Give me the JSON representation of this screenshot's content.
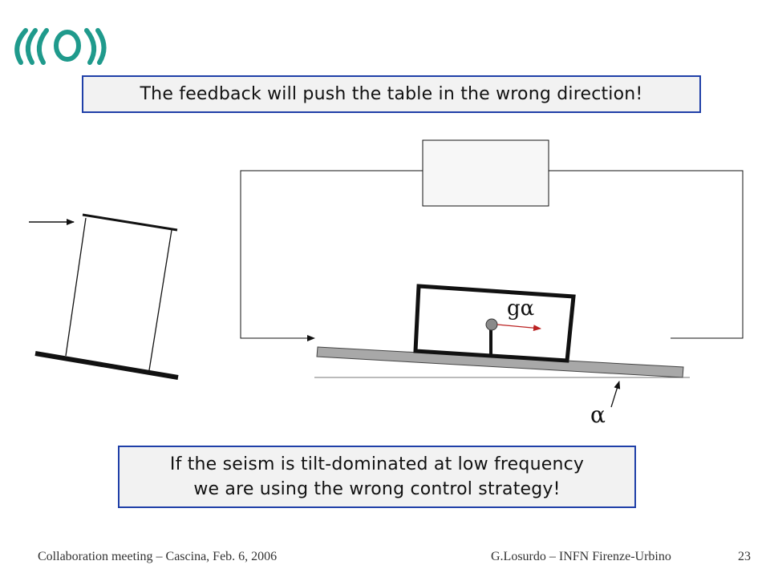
{
  "callouts": {
    "top": "The feedback will push the table in the wrong direction!",
    "bottom_line1": "If the seism is tilt-dominated at low frequency",
    "bottom_line2": "we are using the wrong control strategy!"
  },
  "diagram": {
    "accel_label": "gα",
    "tilt_label": "α"
  },
  "footer": {
    "left": "Collaboration meeting – Cascina, Feb. 6, 2006",
    "right": "G.Losurdo – INFN Firenze-Urbino",
    "page": "23"
  },
  "logo": {
    "icon": "virgo-logo-icon",
    "color": "#1f9a8c"
  }
}
